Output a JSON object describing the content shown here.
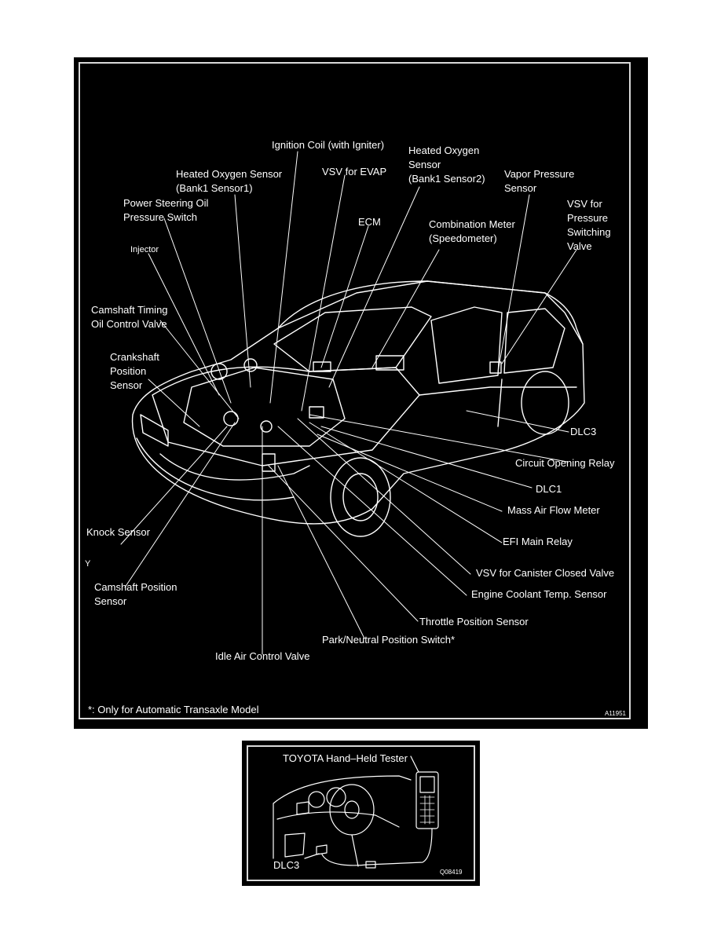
{
  "main_figure": {
    "labels": {
      "ignition_coil": "Ignition Coil (with Igniter)",
      "heated_o2_s2": "Heated Oxygen\nSensor\n(Bank1 Sensor2)",
      "heated_o2_s1": "Heated Oxygen Sensor\n(Bank1 Sensor1)",
      "vsv_evap": "VSV for EVAP",
      "vapor_pressure_sensor": "Vapor Pressure\nSensor",
      "power_steering_switch": "Power Steering Oil\nPressure Switch",
      "ecm": "ECM",
      "combination_meter": "Combination Meter\n(Speedometer)",
      "vsv_pressure_switching": "VSV for\nPressure\nSwitching\nValve",
      "injector": "Injector",
      "camshaft_timing_ocv": "Camshaft Timing\nOil Control Valve",
      "crankshaft_position_sensor": "Crankshaft\nPosition\nSensor",
      "dlc3": "DLC3",
      "circuit_opening_relay": "Circuit Opening Relay",
      "dlc1": "DLC1",
      "mass_air_flow_meter": "Mass Air Flow Meter",
      "knock_sensor": "Knock Sensor",
      "efi_main_relay": "EFI Main Relay",
      "y_mark": "Y",
      "vsv_canister_closed": "VSV for Canister Closed Valve",
      "camshaft_position_sensor": "Camshaft Position\nSensor",
      "engine_coolant_temp": "Engine Coolant Temp. Sensor",
      "throttle_position_sensor": "Throttle Position Sensor",
      "park_neutral_switch": "Park/Neutral Position Switch*",
      "idle_air_control_valve": "Idle Air Control Valve"
    },
    "footnote": "*: Only for Automatic Transaxle Model",
    "figure_code": "A11951"
  },
  "tester_figure": {
    "labels": {
      "tester": "TOYOTA Hand–Held Tester",
      "dlc3": "DLC3"
    },
    "figure_code": "Q08419"
  }
}
